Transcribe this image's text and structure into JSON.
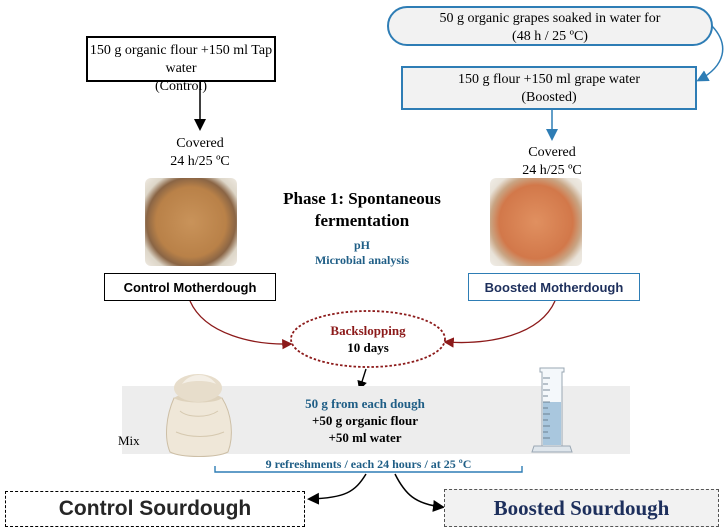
{
  "control_input": {
    "line1": "150 g organic flour +150 ml Tap water",
    "line2": "(Control)"
  },
  "grape_box": {
    "line1": "50 g organic grapes soaked in water for",
    "line2": "(48 h / 25 ºC)"
  },
  "boosted_input": {
    "line1": "150 g flour +150 ml grape water",
    "line2": "(Boosted)"
  },
  "covered_left": {
    "line1": "Covered",
    "line2": "24 h/25 ºC"
  },
  "covered_right": {
    "line1": "Covered",
    "line2": "24 h/25 ºC"
  },
  "phase1": {
    "line1": "Phase 1: Spontaneous",
    "line2": "fermentation",
    "analysis1": "pH",
    "analysis2": "Microbial analysis"
  },
  "control_motherdough": "Control Motherdough",
  "boosted_motherdough": "Boosted Motherdough",
  "backslopping": {
    "title": "Backslopping",
    "days": "10 days"
  },
  "mix": {
    "label": "Mix",
    "line1": "50 g from each dough",
    "line2": "+50 g organic flour",
    "line3": "+50 ml water"
  },
  "refreshments": "9 refreshments / each 24 hours / at 25 ºC",
  "control_sourdough": "Control Sourdough",
  "boosted_sourdough": "Boosted Sourdough",
  "colors": {
    "blue_border": "#2e7db5",
    "blue_text": "#1f5e86",
    "navy_text": "#1d2f5c",
    "dark_red": "#8c1a1a",
    "grey_fill": "#f2f2f2"
  }
}
